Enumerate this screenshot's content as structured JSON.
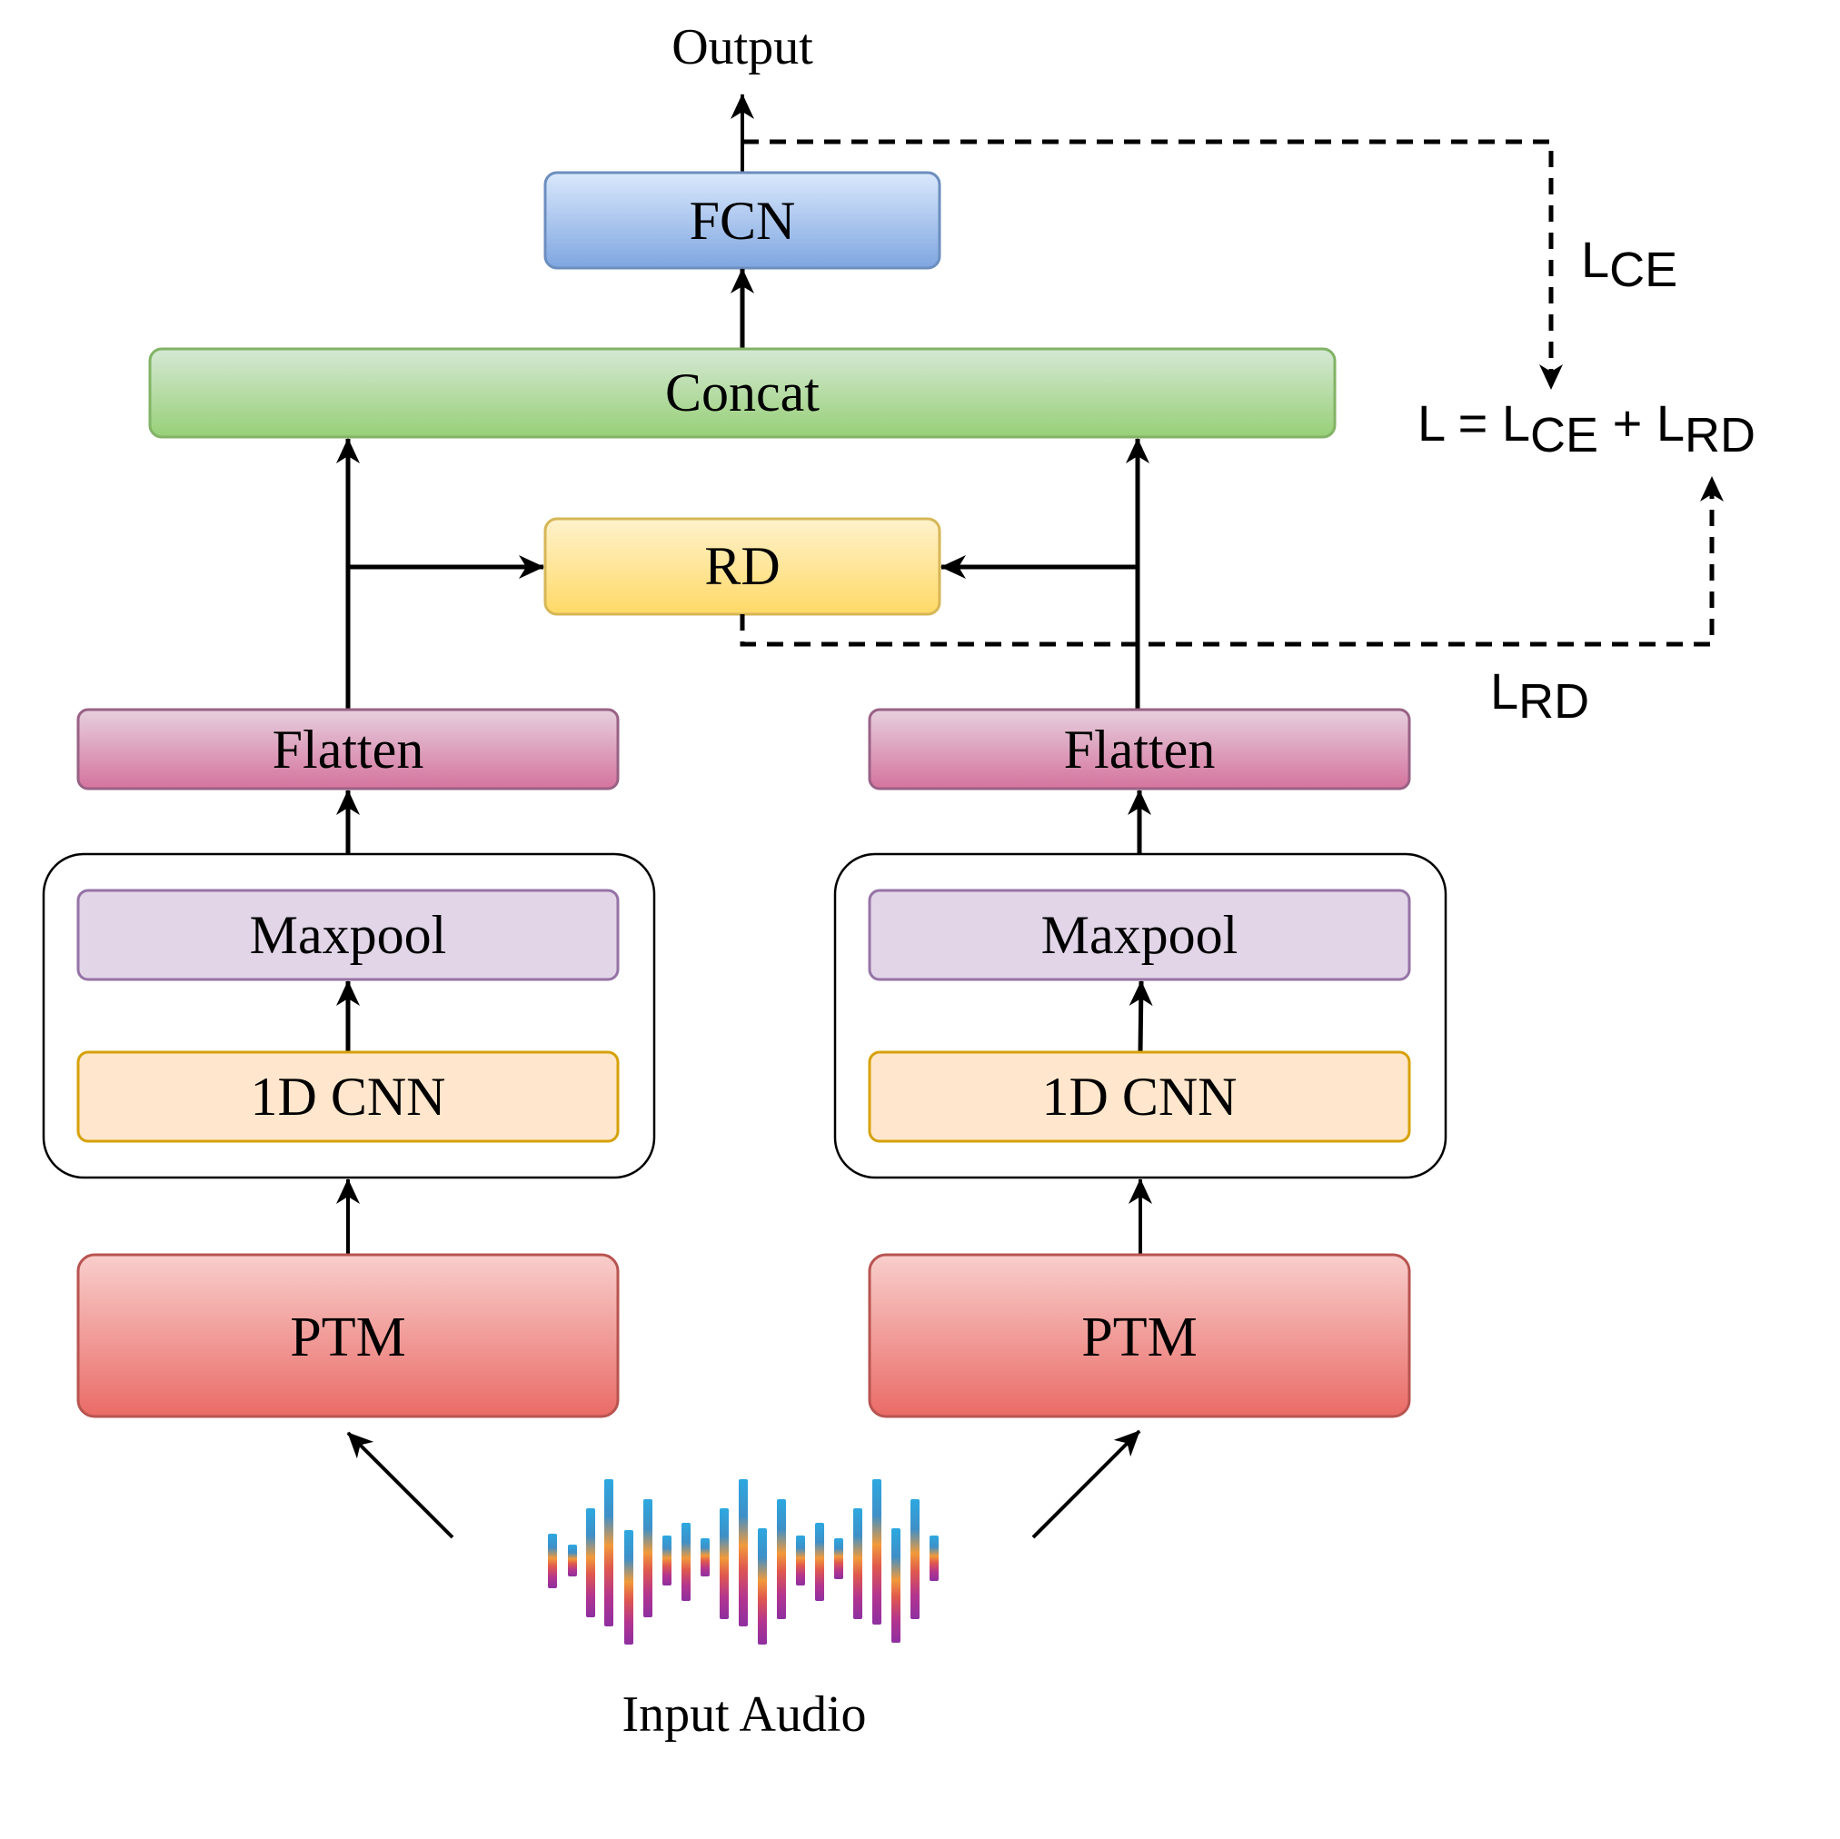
{
  "diagram": {
    "output_label": "Output",
    "input_label": "Input Audio",
    "blocks": {
      "fcn": "FCN",
      "concat": "Concat",
      "rd": "RD",
      "flatten_left": "Flatten",
      "flatten_right": "Flatten",
      "maxpool_left": "Maxpool",
      "maxpool_right": "Maxpool",
      "cnn_left": "1D CNN",
      "cnn_right": "1D CNN",
      "ptm_left": "PTM",
      "ptm_right": "PTM"
    },
    "loss": {
      "ce_main": "L",
      "ce_sub": "CE",
      "rd_main": "L",
      "rd_sub": "RD",
      "total_lhs": "L = ",
      "total_a_main": "L",
      "total_a_sub": "CE",
      "total_plus": " + ",
      "total_b_main": "L",
      "total_b_sub": "RD"
    },
    "colors": {
      "fcn": "#7EA6E0",
      "concat": "#97D077",
      "rd": "#FFD966",
      "flatten": "#D5739D",
      "maxpool": "#E1D5E7",
      "cnn": "#FFE6CC",
      "ptm": "#EA6B66"
    }
  }
}
